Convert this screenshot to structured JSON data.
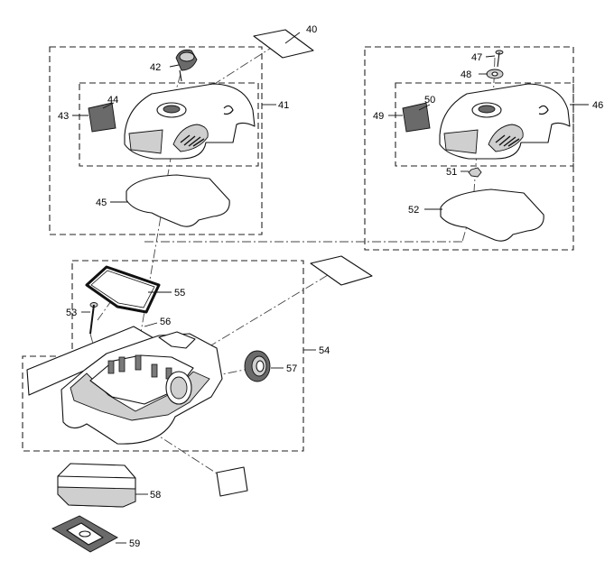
{
  "callouts": {
    "c40": "40",
    "c41": "41",
    "c42": "42",
    "c43": "43",
    "c44": "44",
    "c45": "45",
    "c46": "46",
    "c47": "47",
    "c48": "48",
    "c49": "49",
    "c50": "50",
    "c51": "51",
    "c52": "52",
    "c53": "53",
    "c54": "54",
    "c55": "55",
    "c56": "56",
    "c57": "57",
    "c58": "58",
    "c59": "59"
  },
  "colors": {
    "line": "#111111",
    "shade": "#cfcfcf",
    "dark": "#6a6a6a",
    "background": "#ffffff"
  }
}
